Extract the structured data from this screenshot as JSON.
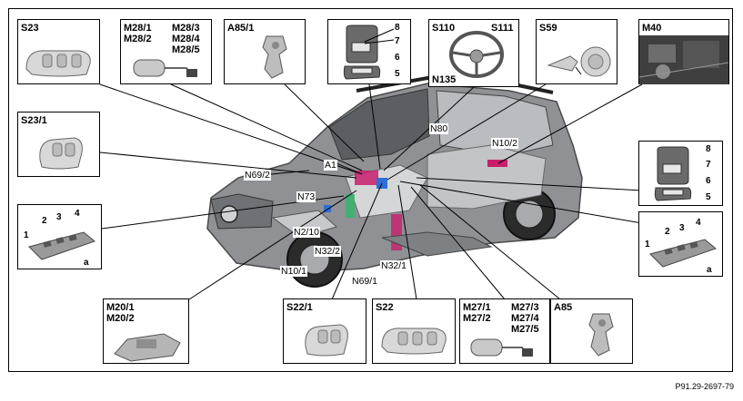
{
  "boxes": {
    "s23": {
      "label": "S23"
    },
    "m28": {
      "labels": [
        "M28/1",
        "M28/2",
        "M28/3",
        "M28/4",
        "M28/5"
      ]
    },
    "a85_1": {
      "label": "A85/1"
    },
    "seat_left": {
      "numbers": [
        "8",
        "7",
        "6",
        "5"
      ]
    },
    "steering": {
      "labels": [
        "S110",
        "S111",
        "N135"
      ]
    },
    "s59": {
      "label": "S59"
    },
    "m40": {
      "label": "M40"
    },
    "s23_1": {
      "label": "S23/1"
    },
    "switch_left": {
      "numbers": [
        "1",
        "2",
        "3",
        "4",
        "a"
      ]
    },
    "seat_right": {
      "numbers": [
        "8",
        "7",
        "6",
        "5"
      ]
    },
    "switch_right": {
      "numbers": [
        "1",
        "2",
        "3",
        "4",
        "a"
      ]
    },
    "m20": {
      "labels": [
        "M20/1",
        "M20/2"
      ]
    },
    "s22_1": {
      "label": "S22/1"
    },
    "s22": {
      "label": "S22"
    },
    "m27": {
      "labels": [
        "M27/1",
        "M27/2",
        "M27/3",
        "M27/4",
        "M27/5"
      ]
    },
    "a85": {
      "label": "A85"
    }
  },
  "callouts": [
    "N80",
    "N10/2",
    "A1",
    "N69/2",
    "N73",
    "N2/10",
    "N32/2",
    "N10/1",
    "N69/1",
    "N32/1"
  ],
  "reference": "P91.29-2697-79"
}
